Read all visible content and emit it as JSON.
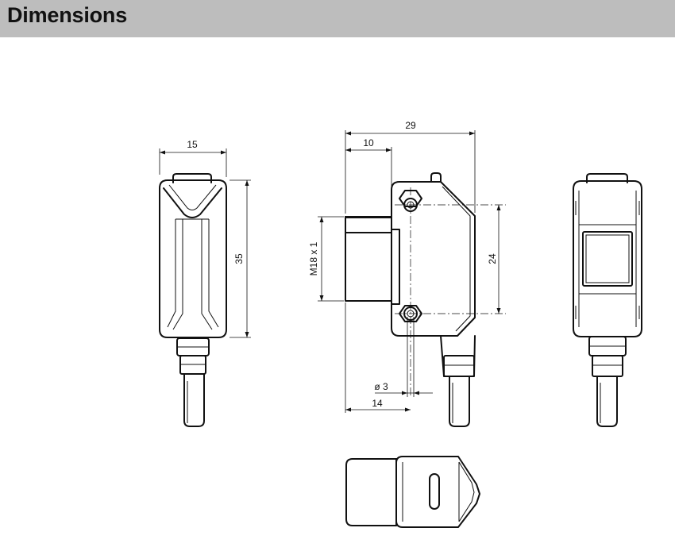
{
  "header": {
    "title": "Dimensions"
  },
  "dimensions": {
    "front_width": "15",
    "front_height": "35",
    "side_total_length": "29",
    "side_thread_length": "10",
    "side_thread": "M18 x 1",
    "side_hole_spacing": "24",
    "side_hole_diameter": "ø 3",
    "side_hole_offset": "14"
  },
  "colors": {
    "header_bg": "#bdbdbd",
    "line": "#111111",
    "background": "#ffffff"
  }
}
